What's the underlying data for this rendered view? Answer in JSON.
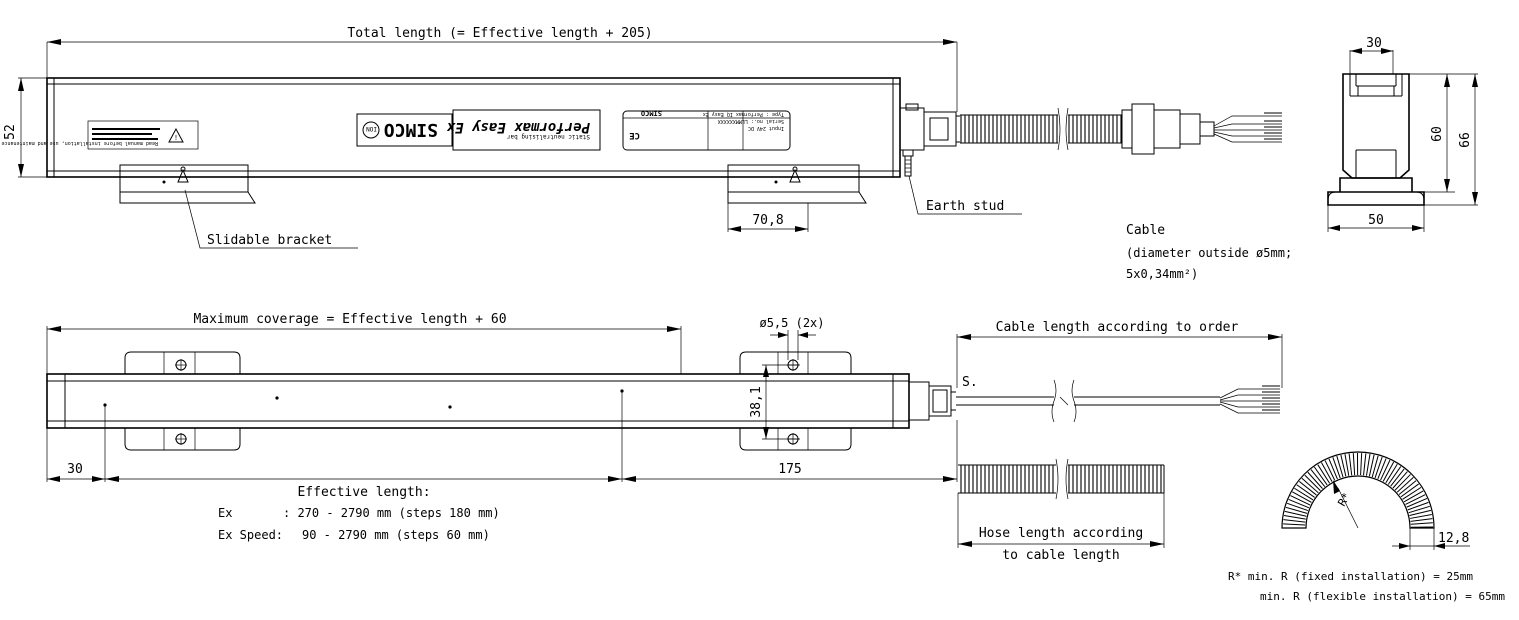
{
  "labels": {
    "total_length": "Total length (= Effective length + 205)",
    "height_52": "52",
    "earth_stud": "Earth stud",
    "slidable_bracket": "Slidable bracket",
    "bracket_width": "70,8",
    "cable_title": "Cable",
    "cable_line1": "(diameter outside ø5mm;",
    "cable_line2": "5x0,34mm²)",
    "end_width_top": "30",
    "end_width_bottom": "50",
    "end_height_60": "60",
    "end_height_66": "66",
    "max_coverage": "Maximum coverage = Effective length + 60",
    "hole_dia": "ø5,5 (2x)",
    "cable_length": "Cable length according to order",
    "s_label": "S.",
    "dim_38": "38,1",
    "dim_30": "30",
    "dim_175": "175",
    "effective_title": "Effective length:",
    "ex_label": "Ex",
    "ex_value": ": 270 - 2790 mm (steps 180 mm)",
    "exspeed_label": "Ex Speed:",
    "exspeed_value": "90 - 2790 mm (steps  60 mm)",
    "hose_line1": "Hose length according",
    "hose_line2": "to cable length",
    "radius_label": "R*",
    "dim_12_8": "12,8",
    "rmin_fixed": "R* min. R (fixed installation)    = 25mm",
    "rmin_flexible": "min. R (flexible installation) = 65mm"
  },
  "bar_text": {
    "brand": "SIMCO",
    "brand_badge": "ION",
    "product": "Performax Easy Ex",
    "product_sub": "Static neutralising bar",
    "warning_text": "Read manual before installation, use and maintenance",
    "type_plate": "Type : Performax IQ Easy Ex",
    "serial_plate": "Serial no.: LLMMXXXXXX",
    "input_plate": "Input 24V DC",
    "ce_mark": "CE"
  }
}
